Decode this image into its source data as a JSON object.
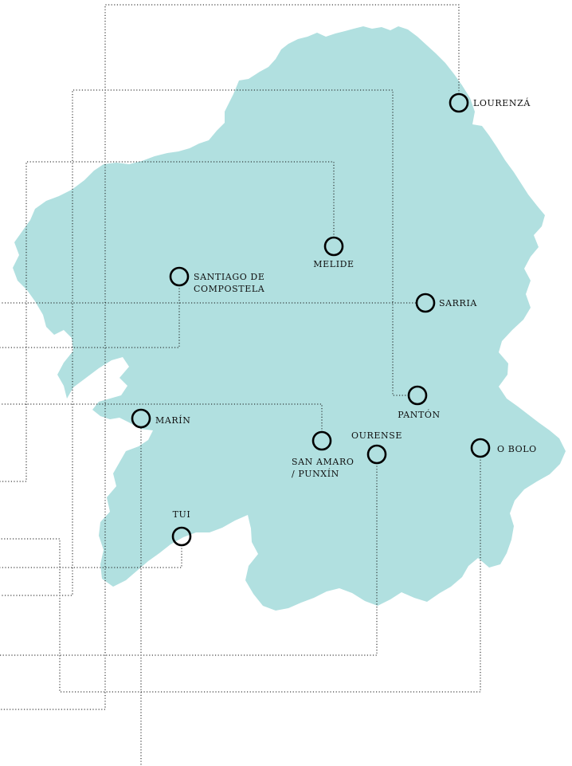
{
  "map": {
    "region_fill": "#b1e0e0",
    "marker_color": "#000000",
    "connector_color": "#111111",
    "connector_style": "dotted"
  },
  "locations": [
    {
      "id": "lourenza",
      "label": "LOURENZÁ"
    },
    {
      "id": "melide",
      "label": "MELIDE"
    },
    {
      "id": "santiago",
      "label": "SANTIAGO DE",
      "label2": "COMPOSTELA"
    },
    {
      "id": "sarria",
      "label": "SARRIA"
    },
    {
      "id": "panton",
      "label": "PANTÓN"
    },
    {
      "id": "marin",
      "label": "MARÍN"
    },
    {
      "id": "san-amaro",
      "label": "SAN AMARO",
      "label2": "/ PUNXÍN"
    },
    {
      "id": "ourense",
      "label": "OURENSE"
    },
    {
      "id": "o-bolo",
      "label": "O BOLO"
    },
    {
      "id": "tui",
      "label": "TUI"
    }
  ]
}
